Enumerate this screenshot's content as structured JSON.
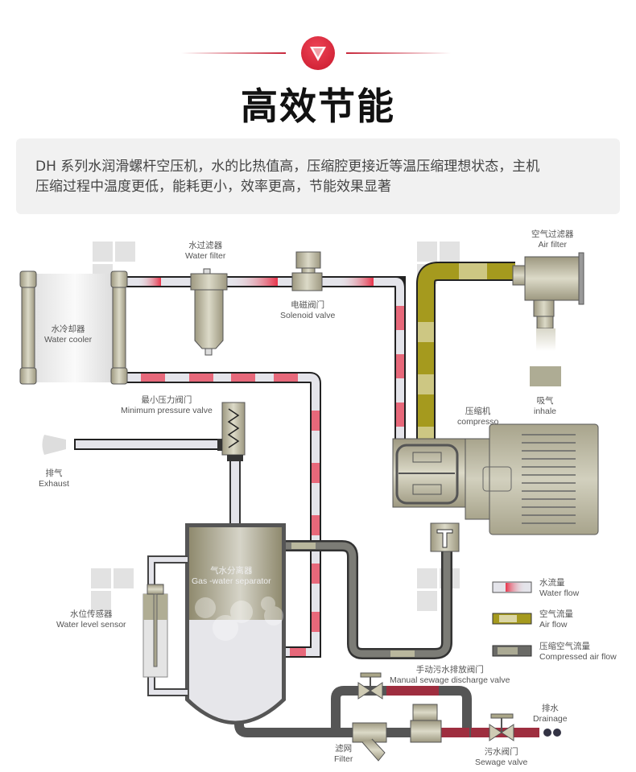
{
  "header": {
    "icon": "chevron-down-icon",
    "title": "高效节能",
    "accent_color": "#c8283c"
  },
  "description": {
    "line1": "DH 系列水润滑螺杆空压机，水的比热值高，压缩腔更接近等温压缩理想状态，主机",
    "line2": "压缩过程中温度更低，能耗更小，效率更高，节能效果显著"
  },
  "components": {
    "water_cooler": {
      "zh": "水冷却器",
      "en": "Water cooler"
    },
    "water_filter": {
      "zh": "水过滤器",
      "en": "Water filter"
    },
    "solenoid_valve": {
      "zh": "电磁阀门",
      "en": "Solenoid valve"
    },
    "air_filter": {
      "zh": "空气过滤器",
      "en": "Air filter"
    },
    "min_pressure_valve": {
      "zh": "最小压力阀门",
      "en": "Minimum pressure valve"
    },
    "exhaust": {
      "zh": "排气",
      "en": "Exhaust"
    },
    "compressor": {
      "zh": "压缩机",
      "en": "compresso"
    },
    "inhale": {
      "zh": "吸气",
      "en": "inhale"
    },
    "separator": {
      "zh": "气水分离器",
      "en": "Gas -water separator"
    },
    "water_level_sensor": {
      "zh": "水位传感器",
      "en": "Water level sensor"
    },
    "manual_sewage_valve": {
      "zh": "手动污水排放阀门",
      "en": "Manual sewage discharge valve"
    },
    "drainage": {
      "zh": "排水",
      "en": "Drainage"
    },
    "filter": {
      "zh": "滤网",
      "en": "Filter"
    },
    "sewage_valve": {
      "zh": "污水阀门",
      "en": "Sewage valve"
    }
  },
  "legend": [
    {
      "zh": "水流量",
      "en": "Water flow",
      "color": "#e8334a"
    },
    {
      "zh": "空气流量",
      "en": "Air flow",
      "color": "#a59a1e"
    },
    {
      "zh": "压缩空气流量",
      "en": "Compressed air flow",
      "color": "#666666"
    }
  ],
  "colors": {
    "water": "#e8334a",
    "air": "#a59a1e",
    "compressed_air": "#5a5a5a",
    "equipment": "#b7b39a"
  }
}
